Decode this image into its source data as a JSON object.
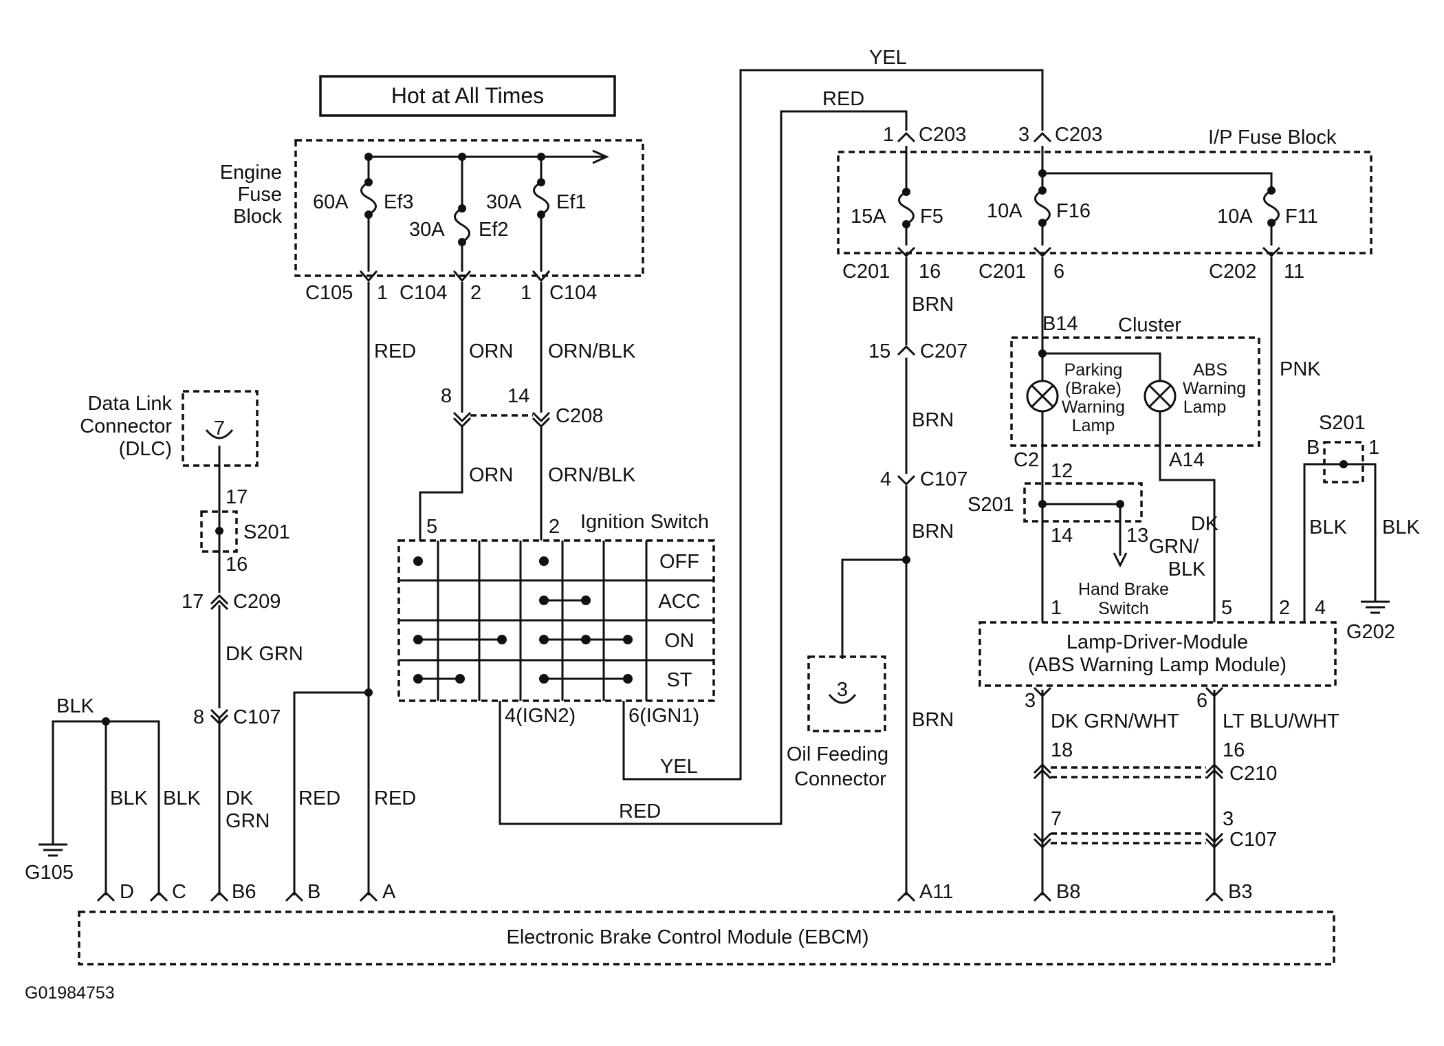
{
  "labels": {
    "hot": "Hot at All Times",
    "engine_fuse_block_1": "Engine",
    "engine_fuse_block_2": "Fuse",
    "engine_fuse_block_3": "Block",
    "ef3_amp": "60A",
    "ef3": "Ef3",
    "ef1_amp": "30A",
    "ef1": "Ef1",
    "ef2_amp": "30A",
    "ef2": "Ef2",
    "c105": "C105",
    "c105_pin": "1",
    "c104a": "C104",
    "c104a_pin": "2",
    "c104b": "C104",
    "c104b_pin": "1",
    "red": "RED",
    "orn": "ORN",
    "orn_blk": "ORN/BLK",
    "c208_pin8": "8",
    "c208_pin14": "14",
    "c208": "C208",
    "ign_title": "Ignition Switch",
    "ign_pin5": "5",
    "ign_pin2": "2",
    "pos_off": "OFF",
    "pos_acc": "ACC",
    "pos_on": "ON",
    "pos_st": "ST",
    "ign2": "4(IGN2)",
    "ign1": "6(IGN1)",
    "yel": "YEL",
    "dlc_1": "Data Link",
    "dlc_2": "Connector",
    "dlc_3": "(DLC)",
    "dlc_pin": "7",
    "dlc_w17": "17",
    "s201": "S201",
    "dlc_w16": "16",
    "c209_pin": "17",
    "c209": "C209",
    "dk_grn": "DK GRN",
    "c107_pin8": "8",
    "c107": "C107",
    "blk": "BLK",
    "g105": "G105",
    "dk": "DK",
    "grn": "GRN",
    "pin_d": "D",
    "pin_c": "C",
    "pin_b6": "B6",
    "pin_b": "B",
    "pin_a": "A",
    "c203_pin1": "1",
    "c203a": "C203",
    "c203_pin3": "3",
    "c203b": "C203",
    "ip_fuse": "I/P Fuse Block",
    "f5_amp": "15A",
    "f5": "F5",
    "f16_amp": "10A",
    "f16": "F16",
    "f11_amp": "10A",
    "f11": "F11",
    "c201a": "C201",
    "c201a_pin": "16",
    "c201b": "C201",
    "c201b_pin": "6",
    "c202": "C202",
    "c202_pin": "11",
    "brn": "BRN",
    "c207_pin": "15",
    "c207": "C207",
    "c107b_pin": "4",
    "c107b": "C107",
    "oil_pin": "3",
    "oil_1": "Oil Feeding",
    "oil_2": "Connector",
    "pin_a11": "A11",
    "b14": "B14",
    "cluster": "Cluster",
    "park_1": "Parking",
    "park_2": "(Brake)",
    "park_3": "Warning",
    "park_4": "Lamp",
    "abs_1": "ABS",
    "abs_2": "Warning",
    "abs_3": "Lamp",
    "c2": "C2",
    "a14": "A14",
    "pnk": "PNK",
    "s201_pin12": "12",
    "s201_pin14": "14",
    "s201_pin13": "13",
    "dkgrn_1": "DK",
    "dkgrn_2": "GRN/",
    "dkgrn_3": "BLK",
    "hb_1": "Hand Brake",
    "hb_2": "Switch",
    "s201b": "S201",
    "s201b_pin_b": "B",
    "s201b_pin_1": "1",
    "blk_l": "BLK",
    "blk_r": "BLK",
    "g202": "G202",
    "ldm_pin1": "1",
    "ldm_pin5": "5",
    "ldm_pin2": "2",
    "ldm_pin4": "4",
    "ldm_1": "Lamp-Driver-Module",
    "ldm_2": "(ABS Warning Lamp Module)",
    "ldm_pin3": "3",
    "ldm_pin6": "6",
    "dkgrn_wht": "DK GRN/WHT",
    "ltblu_wht": "LT BLU/WHT",
    "c210_pin18": "18",
    "c210_pin16": "16",
    "c210": "C210",
    "c107c_pin7": "7",
    "c107c_pin3": "3",
    "c107c": "C107",
    "pin_b8": "B8",
    "pin_b3": "B3",
    "ebcm": "Electronic Brake Control Module (EBCM)",
    "figure_id": "G01984753"
  }
}
